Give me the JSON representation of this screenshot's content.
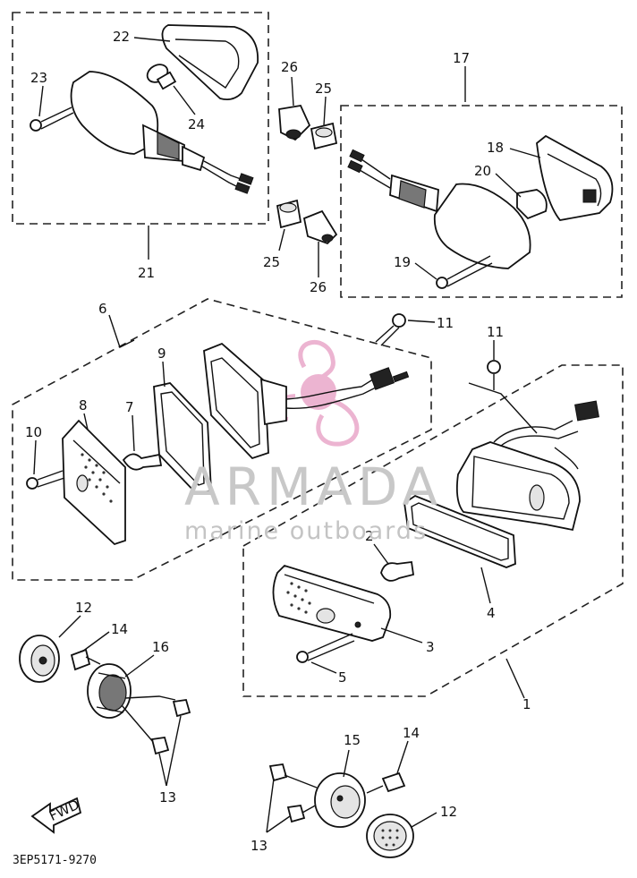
{
  "watermark": {
    "brand": "ARMADA",
    "subtitle": "marine outboards",
    "accent_color": "#e7a6c8"
  },
  "diagram_code": "3EP5171-9270",
  "fwd_label": "FWD",
  "callouts": {
    "c1": "1",
    "c2": "2",
    "c3": "3",
    "c4": "4",
    "c5": "5",
    "c6": "6",
    "c7": "7",
    "c8": "8",
    "c9": "9",
    "c10": "10",
    "c11a": "11",
    "c11b": "11",
    "c12a": "12",
    "c12b": "12",
    "c13a": "13",
    "c13b": "13",
    "c14a": "14",
    "c14b": "14",
    "c15": "15",
    "c16": "16",
    "c17": "17",
    "c18": "18",
    "c19": "19",
    "c20": "20",
    "c21": "21",
    "c22": "22",
    "c23": "23",
    "c24": "24",
    "c25a": "25",
    "c25b": "25",
    "c26a": "26",
    "c26b": "26"
  }
}
